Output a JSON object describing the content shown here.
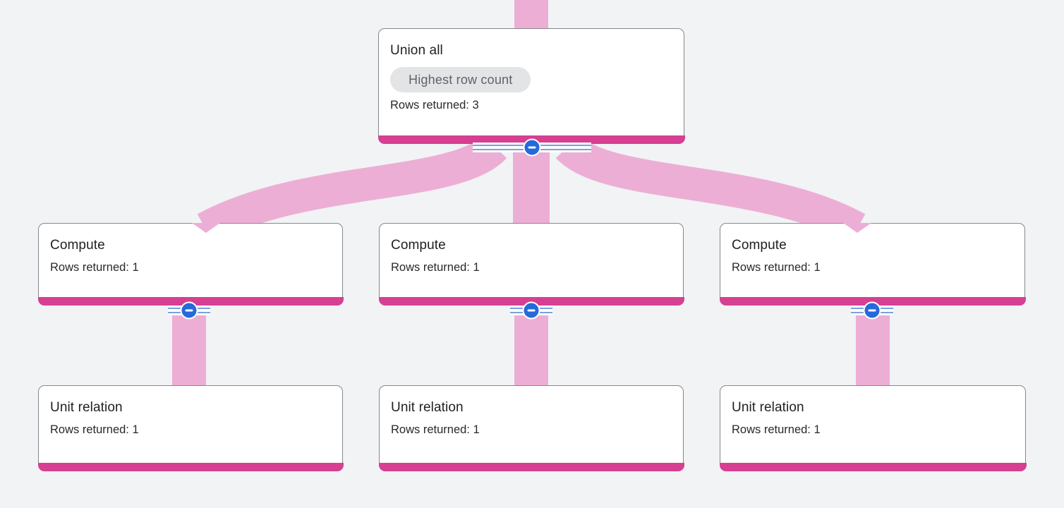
{
  "app": {
    "name": "query-execution-graph"
  },
  "colors": {
    "background": "#f1f3f4",
    "edge_pink": "#edaed5",
    "node_bottom_bar": "#d63f92",
    "collapse_blue": "#2569db",
    "band_line_blue": "#7b9fe0",
    "badge_bg": "#e3e4e6",
    "badge_text": "#5f6368",
    "card_border": "#85888c",
    "title_text": "#202124"
  },
  "nodes": {
    "union": {
      "title": "Union all",
      "badge": "Highest row count",
      "rows": "Rows returned: 3"
    },
    "compute1": {
      "title": "Compute",
      "rows": "Rows returned: 1"
    },
    "compute2": {
      "title": "Compute",
      "rows": "Rows returned: 1"
    },
    "compute3": {
      "title": "Compute",
      "rows": "Rows returned: 1"
    },
    "unit1": {
      "title": "Unit relation",
      "rows": "Rows returned: 1"
    },
    "unit2": {
      "title": "Unit relation",
      "rows": "Rows returned: 1"
    },
    "unit3": {
      "title": "Unit relation",
      "rows": "Rows returned: 1"
    }
  },
  "edges": [
    {
      "from": "offscreen-top",
      "to": "union"
    },
    {
      "from": "union",
      "to": "compute1"
    },
    {
      "from": "union",
      "to": "compute2"
    },
    {
      "from": "union",
      "to": "compute3"
    },
    {
      "from": "compute1",
      "to": "unit1"
    },
    {
      "from": "compute2",
      "to": "unit2"
    },
    {
      "from": "compute3",
      "to": "unit3"
    }
  ],
  "collapse_button": {
    "symbol": "minus"
  }
}
